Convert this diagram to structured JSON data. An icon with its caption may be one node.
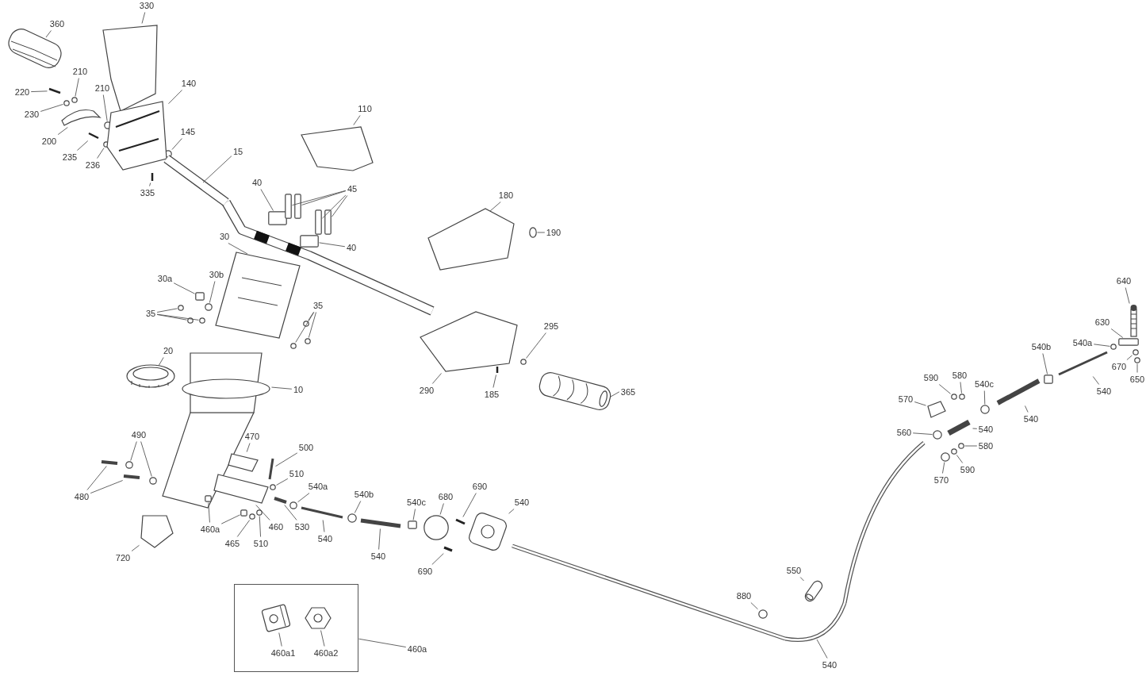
{
  "diagram": {
    "nodes": [
      {
        "text": [
          "330"
        ]
      },
      {
        "text": [
          "360"
        ]
      },
      {
        "text": [
          "220"
        ]
      },
      {
        "text": [
          "210"
        ]
      },
      {
        "text": [
          "210"
        ]
      },
      {
        "text": [
          "230"
        ]
      },
      {
        "text": [
          "140"
        ]
      },
      {
        "text": [
          "200"
        ]
      },
      {
        "text": [
          "235"
        ]
      },
      {
        "text": [
          "236"
        ]
      },
      {
        "text": [
          "145"
        ]
      },
      {
        "text": [
          "15"
        ]
      },
      {
        "text": [
          "110"
        ]
      },
      {
        "text": [
          "335"
        ]
      },
      {
        "text": [
          "40"
        ]
      },
      {
        "text": [
          "45"
        ]
      },
      {
        "text": [
          "180"
        ]
      },
      {
        "text": [
          "190"
        ]
      },
      {
        "text": [
          "40"
        ]
      },
      {
        "text": [
          "30"
        ]
      },
      {
        "text": [
          "30a"
        ]
      },
      {
        "text": [
          "30b"
        ]
      },
      {
        "text": [
          "35"
        ]
      },
      {
        "text": [
          "35"
        ]
      },
      {
        "text": [
          "295"
        ]
      },
      {
        "text": [
          "20"
        ]
      },
      {
        "text": [
          "10"
        ]
      },
      {
        "text": [
          "290"
        ]
      },
      {
        "text": [
          "185"
        ]
      },
      {
        "text": [
          "365"
        ]
      },
      {
        "text": [
          "490"
        ]
      },
      {
        "text": [
          "470"
        ]
      },
      {
        "text": [
          "500"
        ]
      },
      {
        "text": [
          "480"
        ]
      },
      {
        "text": [
          "510"
        ]
      },
      {
        "text": [
          "540a"
        ]
      },
      {
        "text": [
          "540b"
        ]
      },
      {
        "text": [
          "540c"
        ]
      },
      {
        "text": [
          "680"
        ]
      },
      {
        "text": [
          "690"
        ]
      },
      {
        "text": [
          "540"
        ]
      },
      {
        "text": [
          "460a"
        ]
      },
      {
        "text": [
          "460"
        ]
      },
      {
        "text": [
          "530"
        ]
      },
      {
        "text": [
          "465"
        ]
      },
      {
        "text": [
          "510"
        ]
      },
      {
        "text": [
          "540"
        ]
      },
      {
        "text": [
          "540"
        ]
      },
      {
        "text": [
          "690"
        ]
      },
      {
        "text": [
          "720"
        ]
      },
      {
        "text": [
          "550"
        ]
      },
      {
        "text": [
          "880"
        ]
      },
      {
        "text": [],
        "shape": "box"
      },
      {
        "text": [
          "460a1"
        ],
        "in": 52
      },
      {
        "text": [
          "460a2"
        ],
        "in": 52
      },
      {
        "text": [
          "460a"
        ]
      },
      {
        "text": [
          "540"
        ]
      },
      {
        "text": [
          "640"
        ]
      },
      {
        "text": [
          "630"
        ]
      },
      {
        "text": [
          "540a"
        ]
      },
      {
        "text": [
          "540b"
        ]
      },
      {
        "text": [
          "540"
        ]
      },
      {
        "text": [
          "670"
        ]
      },
      {
        "text": [
          "650"
        ]
      },
      {
        "text": [
          "590"
        ]
      },
      {
        "text": [
          "580"
        ]
      },
      {
        "text": [
          "540c"
        ]
      },
      {
        "text": [
          "570"
        ]
      },
      {
        "text": [
          "540"
        ]
      },
      {
        "text": [
          "560"
        ]
      },
      {
        "text": [
          "540"
        ]
      },
      {
        "text": [
          "580"
        ]
      },
      {
        "text": [
          "570"
        ]
      },
      {
        "text": [
          "590"
        ]
      },
      {
        "text": [],
        "shape": "picture"
      },
      {
        "text": [],
        "shape": "circle"
      },
      {
        "text": [],
        "shape": "circle"
      },
      {
        "text": [],
        "shape": "circle"
      },
      {
        "text": [],
        "shape": "picture"
      },
      {
        "text": [],
        "shape": "picture"
      },
      {
        "text": [],
        "shape": "circle"
      },
      {
        "text": [],
        "shape": "circle"
      },
      {
        "text": [],
        "shape": "picture"
      },
      {
        "text": [],
        "shape": "box"
      },
      {
        "text": [],
        "shape": "box"
      },
      {
        "text": [],
        "shape": "box"
      },
      {
        "text": [],
        "shape": "box"
      },
      {
        "text": [],
        "shape": "box"
      },
      {
        "text": [],
        "shape": "circle"
      },
      {
        "text": [],
        "shape": "box"
      },
      {
        "text": [],
        "shape": "box"
      },
      {
        "text": [],
        "shape": "circle"
      },
      {
        "text": [],
        "shape": "circle"
      },
      {
        "text": [],
        "shape": "circle"
      },
      {
        "text": [],
        "shape": "circle"
      },
      {
        "text": [],
        "shape": "circle"
      },
      {
        "text": [],
        "shape": "circle"
      },
      {
        "text": [],
        "shape": "circle"
      },
      {
        "text": [],
        "shape": "circle"
      },
      {
        "text": [],
        "shape": "picture"
      },
      {
        "text": [],
        "shape": "circle"
      },
      {
        "text": [],
        "shape": "circle"
      },
      {
        "text": [],
        "shape": "picture"
      },
      {
        "text": [],
        "shape": "picture"
      },
      {
        "text": [],
        "shape": "picture"
      },
      {
        "text": [],
        "shape": "picture"
      },
      {
        "text": [],
        "shape": "circle"
      },
      {
        "text": [],
        "shape": "circle"
      },
      {
        "text": [],
        "shape": "circle"
      },
      {
        "text": [],
        "shape": "box"
      },
      {
        "text": [],
        "shape": "circle"
      },
      {
        "text": [],
        "shape": "picture"
      },
      {
        "text": [],
        "shape": "picture"
      },
      {
        "text": [],
        "shape": "box"
      },
      {
        "text": [],
        "shape": "box"
      },
      {
        "text": [],
        "shape": "picture"
      },
      {
        "text": [],
        "shape": "picture"
      },
      {
        "text": [],
        "shape": "circle"
      },
      {
        "text": [],
        "shape": "circle"
      },
      {
        "text": [],
        "shape": "picture"
      },
      {
        "text": [],
        "shape": "picture"
      },
      {
        "text": [],
        "shape": "picture"
      },
      {
        "text": [],
        "shape": "picture"
      },
      {
        "text": [],
        "shape": "picture"
      },
      {
        "text": [],
        "shape": "circle"
      },
      {
        "text": [],
        "shape": "picture",
        "in": 52
      },
      {
        "text": [],
        "shape": "picture",
        "in": 52
      },
      {
        "text": [],
        "shape": "picture"
      },
      {
        "text": [],
        "shape": "box"
      },
      {
        "text": [],
        "shape": "circle"
      },
      {
        "text": [],
        "shape": "box"
      },
      {
        "text": [],
        "shape": "picture"
      },
      {
        "text": [],
        "shape": "circle"
      },
      {
        "text": [],
        "shape": "circle"
      },
      {
        "text": [],
        "shape": "circle"
      },
      {
        "text": [],
        "shape": "circle"
      },
      {
        "text": [],
        "shape": "circle"
      },
      {
        "text": [],
        "shape": "picture"
      },
      {
        "text": [],
        "shape": "picture"
      },
      {
        "text": [],
        "shape": "circle"
      },
      {
        "text": [],
        "shape": "picture"
      },
      {
        "text": [],
        "shape": "circle"
      },
      {
        "text": [],
        "shape": "circle"
      },
      {
        "text": [],
        "shape": "circle"
      },
      {
        "text": [],
        "shape": "picture"
      },
      {
        "text": [],
        "shape": "picture"
      },
      {
        "text": [],
        "shape": "picture"
      },
      {
        "text": [],
        "shape": "picture"
      },
      {
        "text": [],
        "shape": "picture"
      },
      {
        "text": [],
        "shape": "picture"
      },
      {
        "text": [],
        "shape": "picture"
      },
      {
        "text": [],
        "shape": "picture"
      },
      {
        "text": [],
        "shape": "picture"
      },
      {
        "text": [],
        "shape": "picture"
      },
      {
        "text": [],
        "shape": "picture"
      },
      {
        "text": [],
        "shape": "picture"
      }
    ],
    "edges": [
      {
        "from": 0,
        "to": 144,
        "arrow": "none"
      },
      {
        "from": 1,
        "to": 145,
        "arrow": "none"
      },
      {
        "from": 2,
        "to": 74,
        "arrow": "none"
      },
      {
        "from": 3,
        "to": 75,
        "arrow": "none"
      },
      {
        "from": 4,
        "to": 76,
        "arrow": "none"
      },
      {
        "from": 5,
        "to": 77,
        "arrow": "none"
      },
      {
        "from": 6,
        "to": 146,
        "arrow": "none"
      },
      {
        "from": 7,
        "to": 78,
        "arrow": "none"
      },
      {
        "from": 8,
        "to": 79,
        "arrow": "none"
      },
      {
        "from": 9,
        "to": 80,
        "arrow": "none"
      },
      {
        "from": 10,
        "to": 81,
        "arrow": "none"
      },
      {
        "from": 11,
        "to": 147,
        "arrow": "none"
      },
      {
        "from": 12,
        "to": 148,
        "arrow": "none"
      },
      {
        "from": 13,
        "to": 82,
        "arrow": "none"
      },
      {
        "from": 14,
        "to": 83,
        "arrow": "none"
      },
      {
        "from": 15,
        "to": 84,
        "arrow": "none"
      },
      {
        "from": 15,
        "to": 85,
        "arrow": "none"
      },
      {
        "from": 15,
        "to": 86,
        "arrow": "none"
      },
      {
        "from": 15,
        "to": 87,
        "arrow": "none"
      },
      {
        "from": 16,
        "to": 149,
        "arrow": "none"
      },
      {
        "from": 17,
        "to": 88,
        "arrow": "none"
      },
      {
        "from": 18,
        "to": 89,
        "arrow": "none"
      },
      {
        "from": 19,
        "to": 150,
        "arrow": "none"
      },
      {
        "from": 20,
        "to": 90,
        "arrow": "none"
      },
      {
        "from": 21,
        "to": 91,
        "arrow": "none"
      },
      {
        "from": 22,
        "to": 92,
        "arrow": "none"
      },
      {
        "from": 22,
        "to": 93,
        "arrow": "none"
      },
      {
        "from": 22,
        "to": 94,
        "arrow": "none"
      },
      {
        "from": 23,
        "to": 95,
        "arrow": "none"
      },
      {
        "from": 23,
        "to": 96,
        "arrow": "none"
      },
      {
        "from": 23,
        "to": 97,
        "arrow": "none"
      },
      {
        "from": 24,
        "to": 98,
        "arrow": "none"
      },
      {
        "from": 25,
        "to": 151,
        "arrow": "none"
      },
      {
        "from": 26,
        "to": 152,
        "arrow": "none"
      },
      {
        "from": 27,
        "to": 153,
        "arrow": "none"
      },
      {
        "from": 28,
        "to": 99,
        "arrow": "none"
      },
      {
        "from": 29,
        "to": 154,
        "arrow": "none"
      },
      {
        "from": 30,
        "to": 100,
        "arrow": "none"
      },
      {
        "from": 30,
        "to": 101,
        "arrow": "none"
      },
      {
        "from": 31,
        "to": 102,
        "arrow": "none"
      },
      {
        "from": 32,
        "to": 103,
        "arrow": "none"
      },
      {
        "from": 33,
        "to": 104,
        "arrow": "none"
      },
      {
        "from": 33,
        "to": 105,
        "arrow": "none"
      },
      {
        "from": 34,
        "to": 106,
        "arrow": "none"
      },
      {
        "from": 35,
        "to": 107,
        "arrow": "none"
      },
      {
        "from": 36,
        "to": 108,
        "arrow": "none"
      },
      {
        "from": 37,
        "to": 109,
        "arrow": "none"
      },
      {
        "from": 38,
        "to": 110,
        "arrow": "none"
      },
      {
        "from": 39,
        "to": 111,
        "arrow": "none"
      },
      {
        "from": 40,
        "to": 112,
        "arrow": "none"
      },
      {
        "from": 41,
        "to": 113,
        "arrow": "none"
      },
      {
        "from": 41,
        "to": 114,
        "arrow": "none"
      },
      {
        "from": 42,
        "to": 115,
        "arrow": "none"
      },
      {
        "from": 43,
        "to": 116,
        "arrow": "none"
      },
      {
        "from": 44,
        "to": 117,
        "arrow": "none"
      },
      {
        "from": 45,
        "to": 118,
        "arrow": "none"
      },
      {
        "from": 46,
        "to": 119,
        "arrow": "none"
      },
      {
        "from": 47,
        "to": 120,
        "arrow": "none"
      },
      {
        "from": 48,
        "to": 121,
        "arrow": "none"
      },
      {
        "from": 49,
        "to": 122,
        "arrow": "none"
      },
      {
        "from": 50,
        "to": 123,
        "arrow": "none"
      },
      {
        "from": 51,
        "to": 124,
        "arrow": "none"
      },
      {
        "from": 53,
        "to": 125,
        "arrow": "none"
      },
      {
        "from": 54,
        "to": 126,
        "arrow": "none"
      },
      {
        "from": 55,
        "to": 52,
        "arrow": "none"
      },
      {
        "from": 56,
        "to": 155,
        "arrow": "none"
      },
      {
        "from": 57,
        "to": 127,
        "arrow": "none"
      },
      {
        "from": 58,
        "to": 128,
        "arrow": "none"
      },
      {
        "from": 59,
        "to": 129,
        "arrow": "none"
      },
      {
        "from": 60,
        "to": 130,
        "arrow": "none"
      },
      {
        "from": 61,
        "to": 131,
        "arrow": "none"
      },
      {
        "from": 62,
        "to": 132,
        "arrow": "none"
      },
      {
        "from": 63,
        "to": 133,
        "arrow": "none"
      },
      {
        "from": 64,
        "to": 134,
        "arrow": "none"
      },
      {
        "from": 65,
        "to": 135,
        "arrow": "none"
      },
      {
        "from": 66,
        "to": 136,
        "arrow": "none"
      },
      {
        "from": 67,
        "to": 137,
        "arrow": "none"
      },
      {
        "from": 68,
        "to": 138,
        "arrow": "none"
      },
      {
        "from": 69,
        "to": 139,
        "arrow": "none"
      },
      {
        "from": 70,
        "to": 140,
        "arrow": "none"
      },
      {
        "from": 71,
        "to": 141,
        "arrow": "none"
      },
      {
        "from": 72,
        "to": 142,
        "arrow": "none"
      },
      {
        "from": 73,
        "to": 143,
        "arrow": "none"
      }
    ]
  }
}
